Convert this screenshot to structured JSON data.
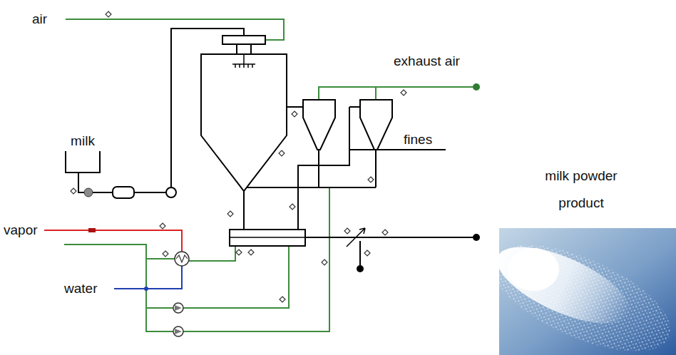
{
  "diagram": {
    "nodes": [
      {
        "text": [
          "milk"
        ]
      },
      {
        "text": [
          "milk powder product"
        ]
      }
    ],
    "labels": [
      "air",
      "exhaust air",
      "fines",
      "vapor",
      "water"
    ]
  }
}
